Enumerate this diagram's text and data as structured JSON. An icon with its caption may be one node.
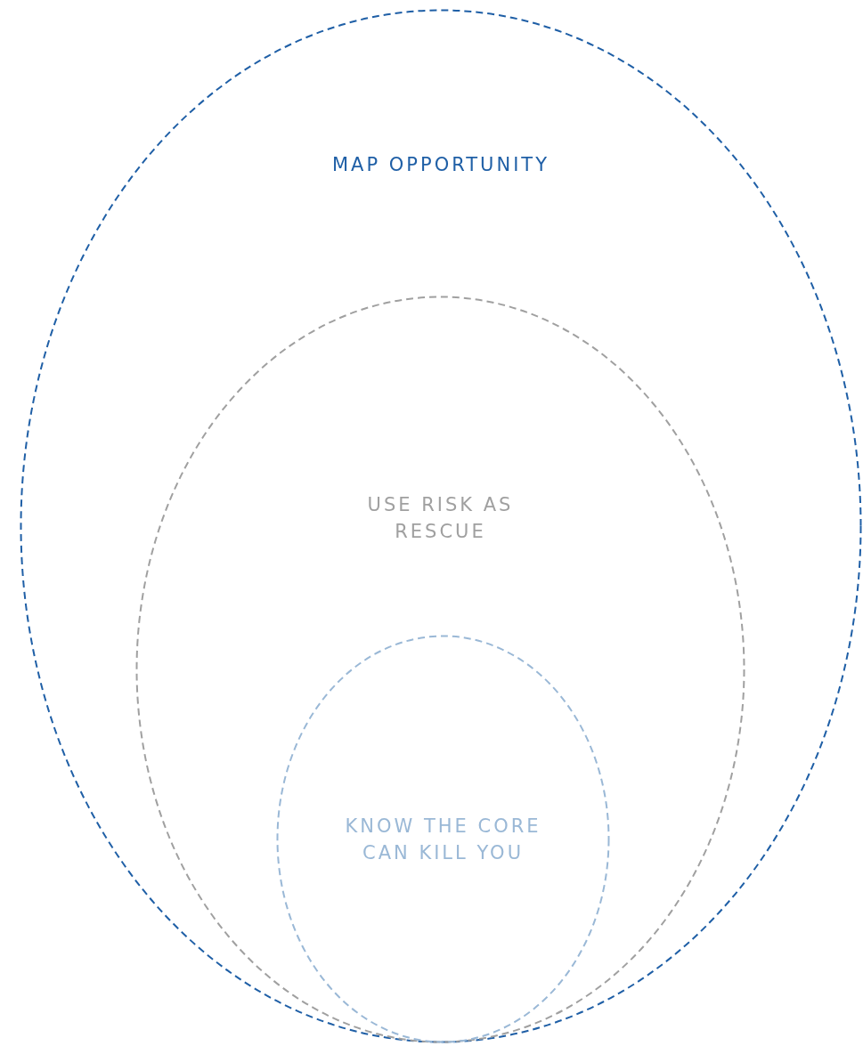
{
  "diagram": {
    "nodes": [
      {
        "text": [
          "MAP OPPORTUNITY"
        ]
      },
      {
        "text": [
          "USE RISK AS RESCUE"
        ],
        "in": 0
      },
      {
        "text": [
          "KNOW THE CORE CAN KILL YOU"
        ],
        "in": 1
      }
    ]
  }
}
